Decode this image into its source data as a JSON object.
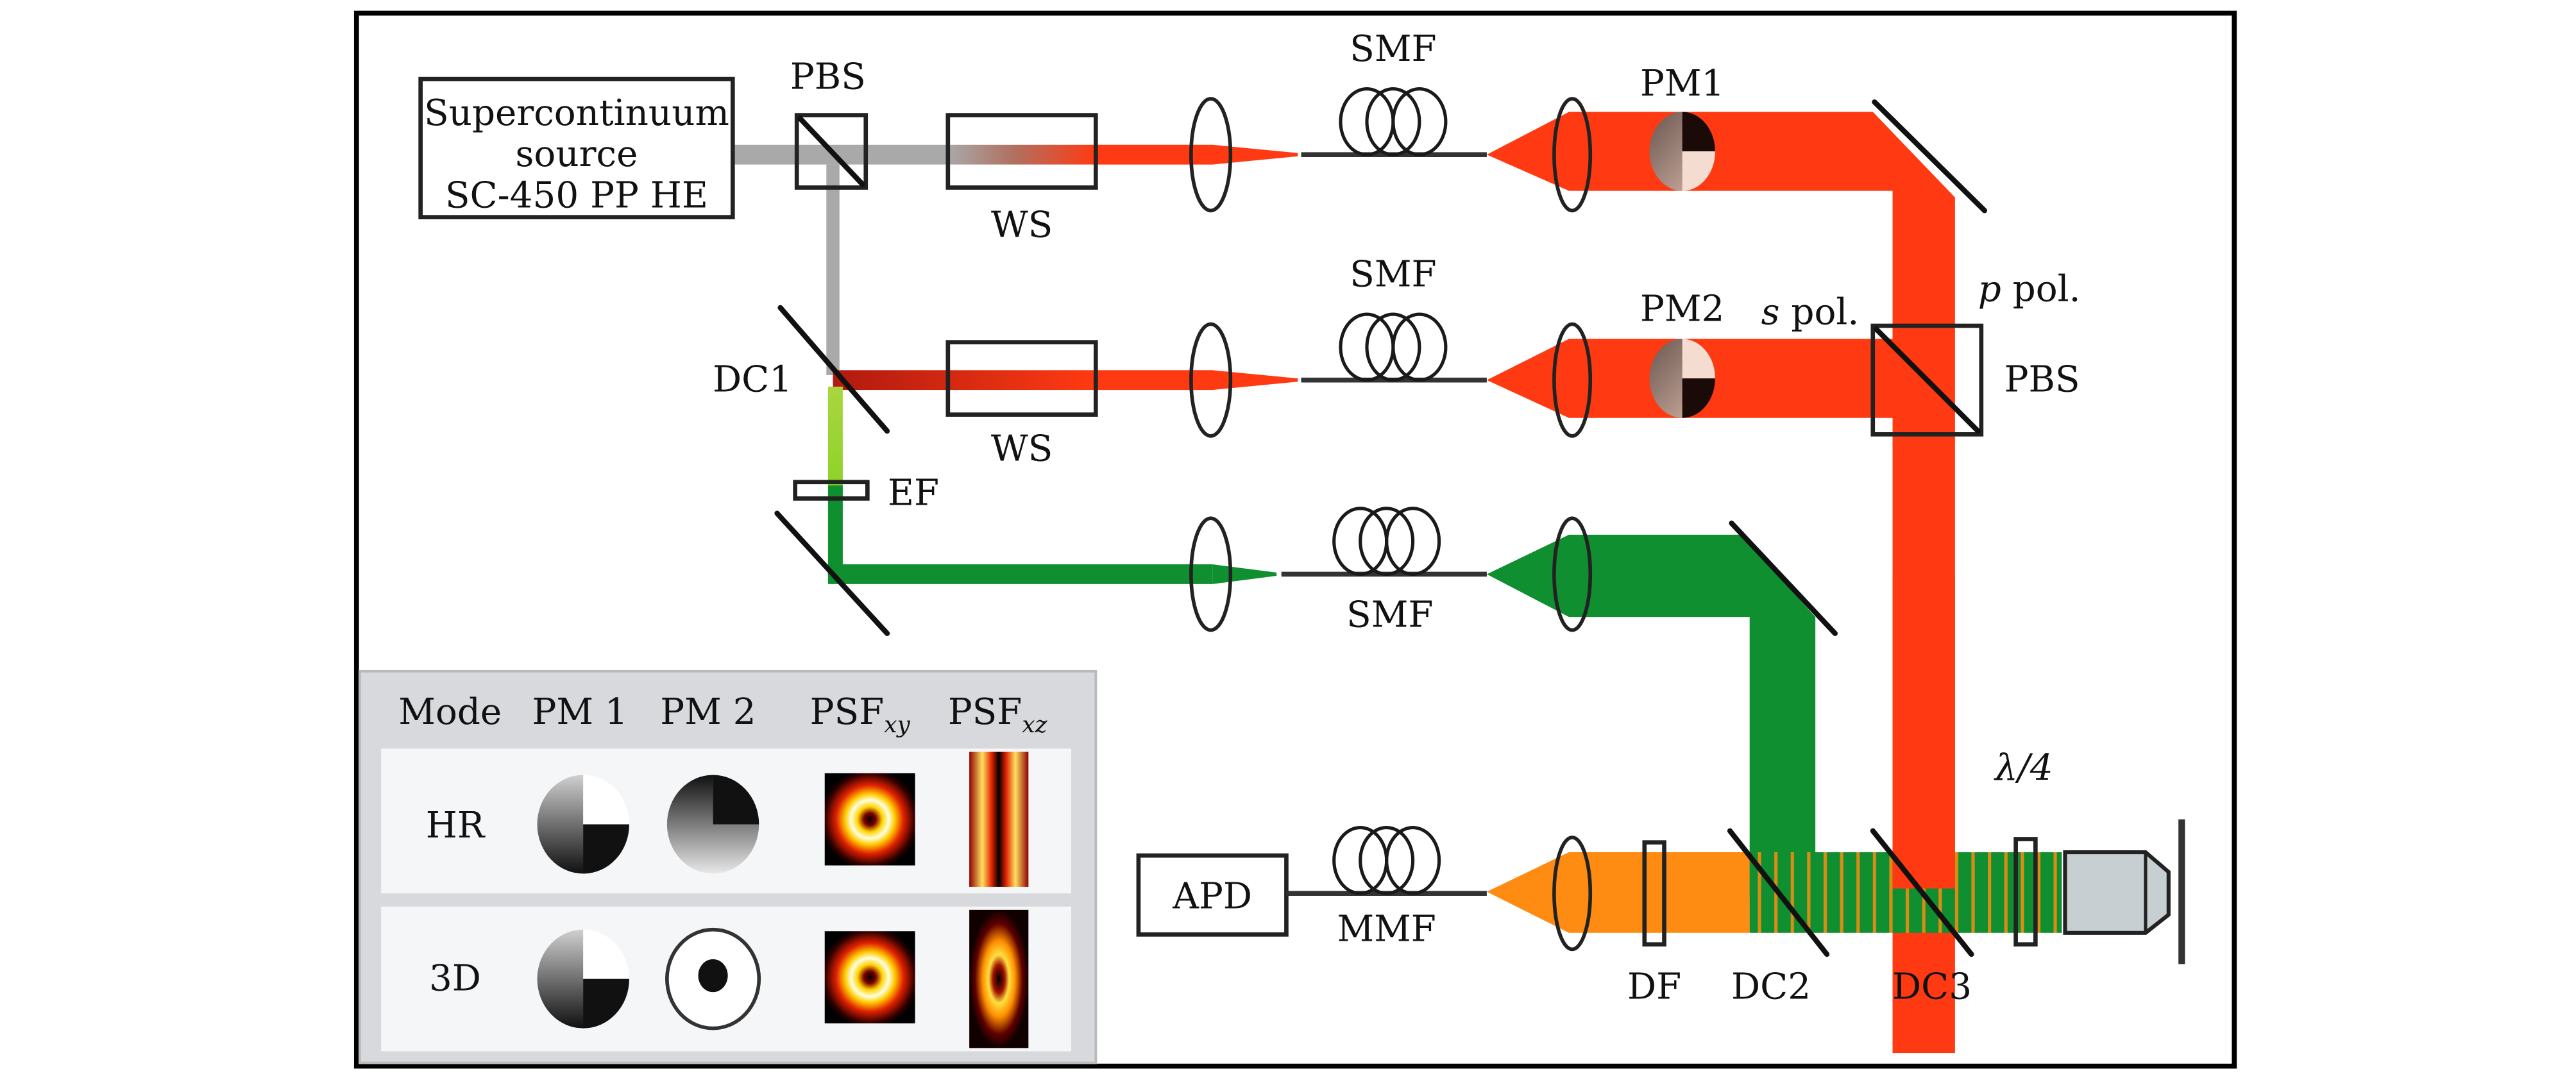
{
  "diagram": {
    "title": "",
    "colors": {
      "white_light": "#a9a9a9",
      "depletion_red": "#ff3a12",
      "excitation_green": "#0f8f2f",
      "excitation_filtered": "#8fd22a",
      "fluorescence_orange": "#ff8c12",
      "inset_bg": "#d7d9dc",
      "inset_row_bg": "#f4f6f8",
      "objective_gray": "#c8cfd2"
    },
    "components": {
      "source": {
        "line1": "Supercontinuum",
        "line2": "source",
        "line3": "SC-450 PP HE"
      },
      "pbs_top": "PBS",
      "ws_top": "WS",
      "ws_mid": "WS",
      "smf_top": "SMF",
      "smf_mid": "SMF",
      "smf_bottom": "SMF",
      "pm1": "PM1",
      "pm2": "PM2",
      "s_pol": "s",
      "s_pol_suffix": " pol.",
      "p_pol": "p",
      "p_pol_suffix": " pol.",
      "pbs_right": "PBS",
      "dc1": "DC1",
      "ef": "EF",
      "apd": "APD",
      "mmf": "MMF",
      "df": "DF",
      "dc2": "DC2",
      "dc3": "DC3",
      "quarter_wave": "λ/4"
    },
    "inset": {
      "headers": {
        "mode": "Mode",
        "pm1": "PM 1",
        "pm2": "PM 2",
        "psf_xy_base": "PSF",
        "psf_xy_sub": "xy",
        "psf_xz_base": "PSF",
        "psf_xz_sub": "xz"
      },
      "rows": [
        {
          "mode": "HR",
          "pm1": "vortex-half",
          "pm2": "vortex-half-rotated",
          "psf_xy": "donut",
          "psf_xz": "side-lobes"
        },
        {
          "mode": "3D",
          "pm1": "vortex-half",
          "pm2": "top-hat-ring",
          "psf_xy": "donut",
          "psf_xz": "bottle-beam"
        }
      ]
    }
  }
}
